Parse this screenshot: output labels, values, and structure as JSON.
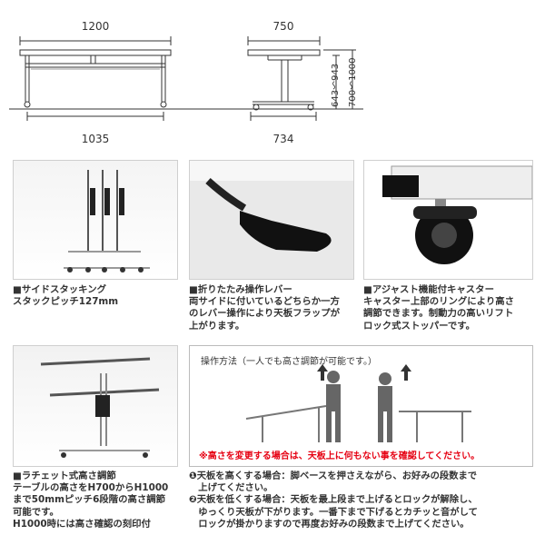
{
  "dimensions": {
    "front_width_top": "1200",
    "front_width_bottom": "1035",
    "side_width_top": "750",
    "side_width_bottom": "734",
    "height_top_range": "643〜943",
    "height_total_range": "700〜1000"
  },
  "captions": {
    "stacking": [
      "■サイドスタッキング",
      "スタックピッチ127mm"
    ],
    "lever": [
      "■折りたたみ操作レバー",
      "両サイドに付いているどちらか一方",
      "のレバー操作により天板フラップが",
      "上がります。"
    ],
    "caster": [
      "■アジャスト機能付キャスター",
      "キャスター上部のリングにより高さ",
      "調節できます。制動力の高いリフト",
      "ロック式ストッパーです。"
    ],
    "ratchet": [
      "■ラチェット式高さ調節",
      "テーブルの高さをH700からH1000",
      "まで50mmピッチ6段階の高さ調節",
      "可能です。",
      "H1000時には高さ確認の刻印付"
    ]
  },
  "operation": {
    "title": "操作方法（一人でも高さ調節が可能です。）",
    "warning": "※高さを変更する場合は、天板上に何もない事を確認してください。"
  },
  "steps": [
    "❶天板を高くする場合：脚ベースを押さえながら、お好みの段数まで",
    "　上げてください。",
    "❷天板を低くする場合：天板を最上段まで上げるとロックが解除し、",
    "　ゆっくり天板が下がります。一番下まで下げるとカチッと音がして",
    "　ロックが掛かりますので再度お好みの段数まで上げてください。"
  ]
}
